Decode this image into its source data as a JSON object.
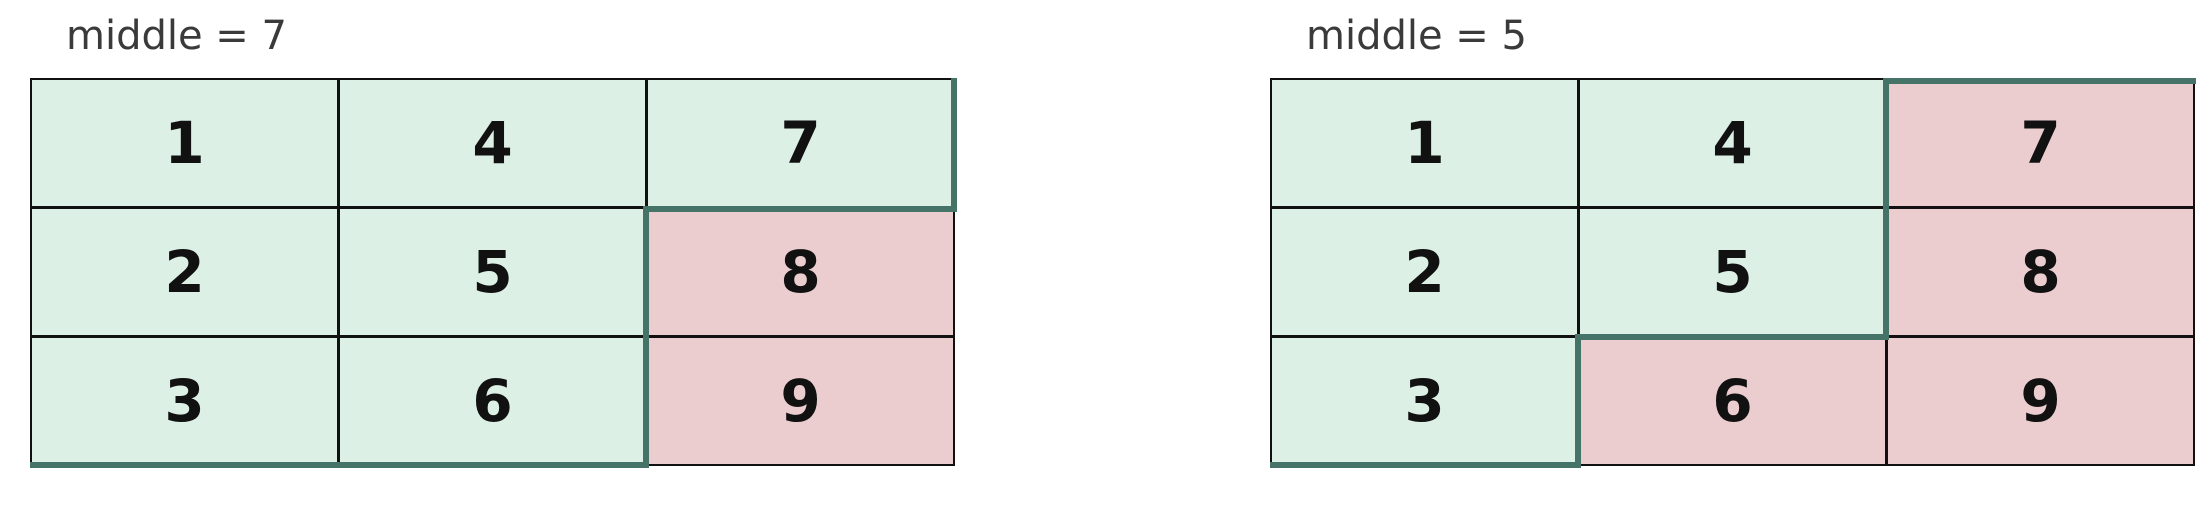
{
  "colors": {
    "green_fill": "#dcf0e5",
    "red_fill": "#ebcdd0",
    "boundary": "#457368",
    "grid_line": "#111111",
    "caption_text": "#3a3a3a"
  },
  "diagrams": [
    {
      "caption": "middle = 7",
      "grid": [
        [
          {
            "value": "1",
            "region": "green"
          },
          {
            "value": "4",
            "region": "green"
          },
          {
            "value": "7",
            "region": "green"
          }
        ],
        [
          {
            "value": "2",
            "region": "green"
          },
          {
            "value": "5",
            "region": "green"
          },
          {
            "value": "8",
            "region": "red"
          }
        ],
        [
          {
            "value": "3",
            "region": "green"
          },
          {
            "value": "6",
            "region": "green"
          },
          {
            "value": "9",
            "region": "red"
          }
        ]
      ]
    },
    {
      "caption": "middle = 5",
      "grid": [
        [
          {
            "value": "1",
            "region": "green"
          },
          {
            "value": "4",
            "region": "green"
          },
          {
            "value": "7",
            "region": "red"
          }
        ],
        [
          {
            "value": "2",
            "region": "green"
          },
          {
            "value": "5",
            "region": "green"
          },
          {
            "value": "8",
            "region": "red"
          }
        ],
        [
          {
            "value": "3",
            "region": "green"
          },
          {
            "value": "6",
            "region": "red"
          },
          {
            "value": "9",
            "region": "red"
          }
        ]
      ]
    }
  ]
}
